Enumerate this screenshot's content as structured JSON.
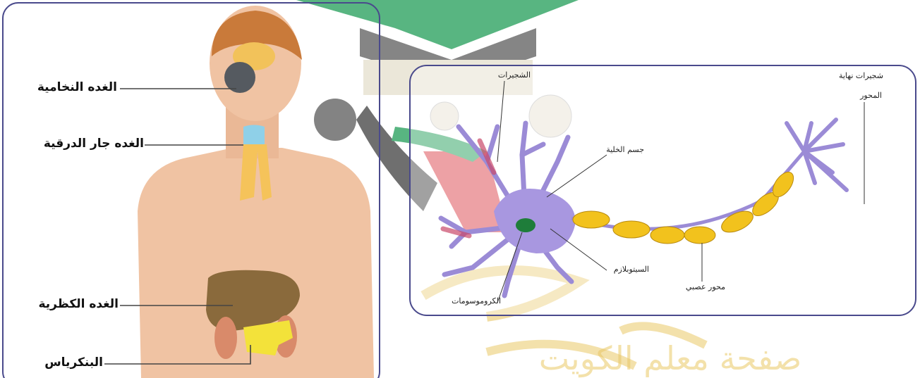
{
  "colors": {
    "frame": "#4a4a8c",
    "skin": "#f0c3a3",
    "brain": "#c97a3a",
    "liver": "#8a6a3c",
    "pancreas": "#f3e23a",
    "thyroid": "#f5c35a",
    "neuron": "#9b8bd6",
    "myelin": "#f2c21d",
    "nucleus": "#1e7d3a",
    "watermark_green": "#3aa86b",
    "watermark_red": "#d9434b",
    "watermark_gray": "#7a7a7a",
    "watermark_gold": "#e5bd4a"
  },
  "body_panel": {
    "labels": {
      "pituitary": "الغده النخامية",
      "thyroid": "الغده جار الدرقية",
      "liver": "الغده الكظرية",
      "pancreas": "البنكرياس"
    }
  },
  "neuron_panel": {
    "labels": {
      "dendrites": "الشجيرات",
      "axon_terminals_top": "شجيرات نهاية",
      "axon_terminals_bottom": "المحور",
      "cell_body": "جسم الخلية",
      "cytoplasm": "السيتوبلازم",
      "axon": "محور عصبي",
      "chromosomes": "الكروموسومات"
    }
  },
  "watermark": {
    "arabic_text": "صفحة معلم الكويت"
  }
}
